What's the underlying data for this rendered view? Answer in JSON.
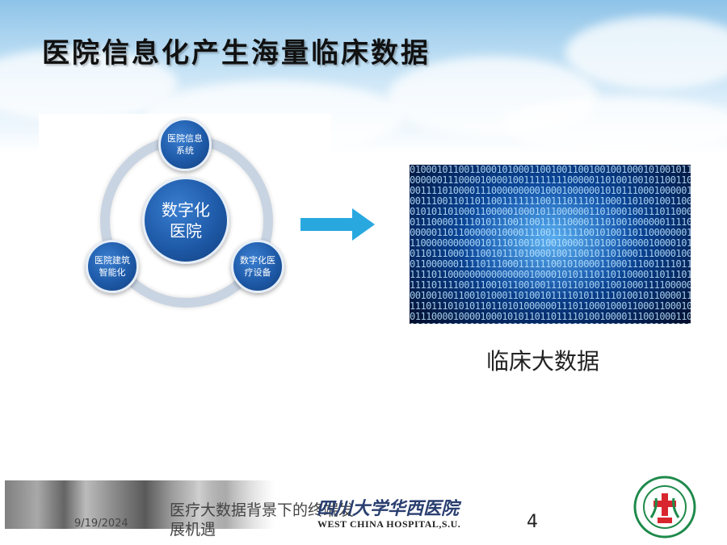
{
  "slide": {
    "title": "医院信息化产生海量临床数据",
    "caption": "临床大数据"
  },
  "diagram": {
    "center": "数字化医院",
    "top_node": "医院信息系统",
    "left_node": "医院建筑智能化",
    "right_node": "数字化医疗设备"
  },
  "footer": {
    "date": "9/19/2024",
    "text": "医疗大数据背景下的终端发展机遇",
    "logo_cn": "四川大学华西医院",
    "logo_en": "WEST CHINA HOSPITAL,S.U.",
    "page_number": "4"
  },
  "colors": {
    "node_blue": "#1e5aa8",
    "arrow": "#29a8e0",
    "seal_green": "#1e8a4a",
    "seal_red": "#d8262e"
  }
}
